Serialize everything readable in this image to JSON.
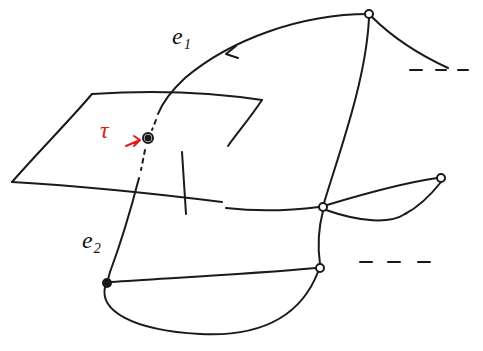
{
  "diagram": {
    "labels": [
      "e₁",
      "τ",
      "e₂"
    ]
  }
}
